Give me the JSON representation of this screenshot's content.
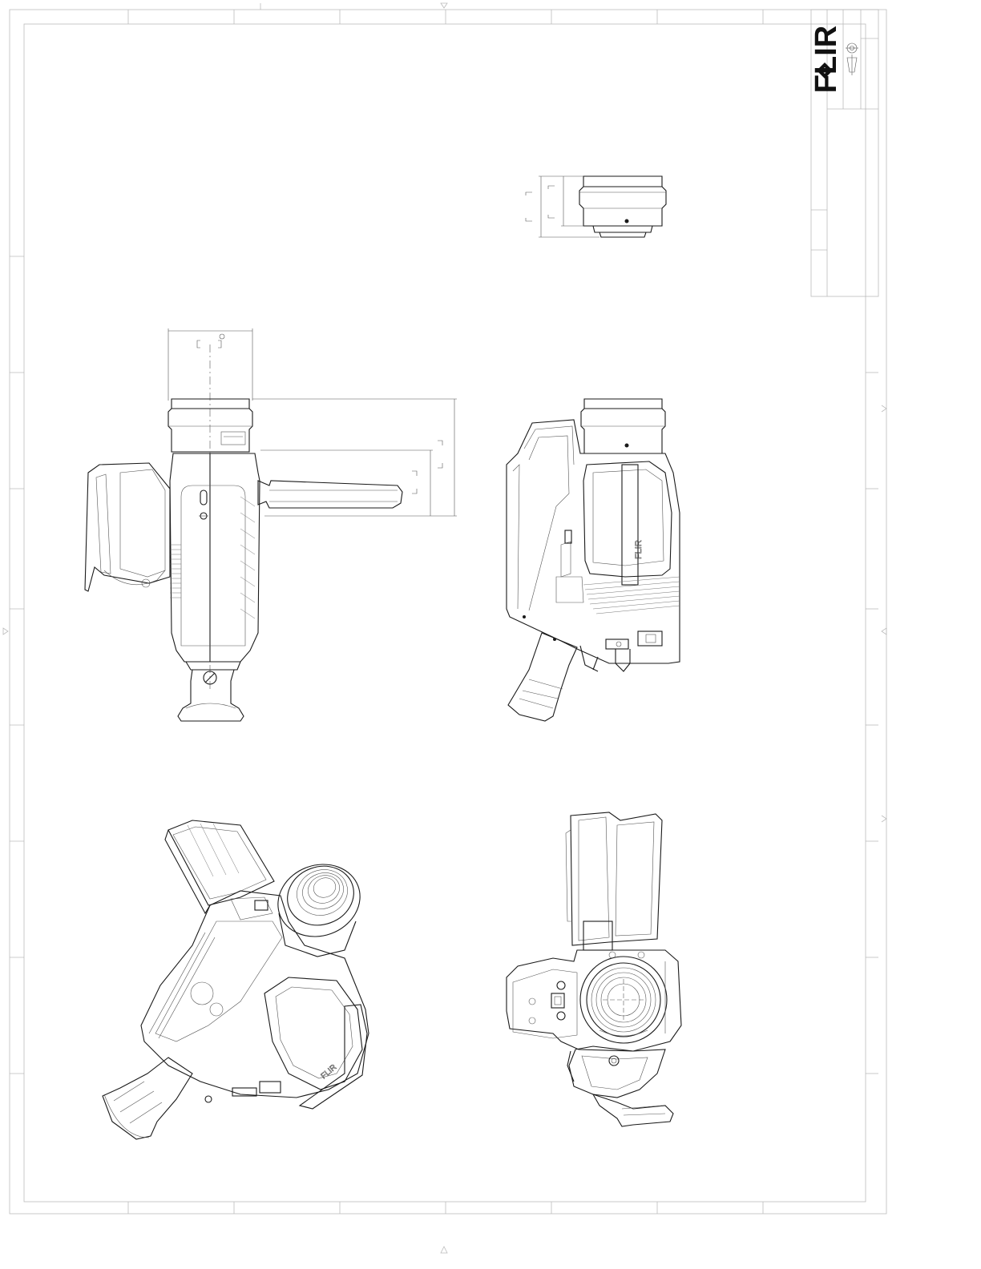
{
  "brand": {
    "logo_text": "FLIR",
    "camera_badge_text": "FLIR"
  },
  "views": [
    {
      "name": "lens-top-view",
      "description_icon": "lens-ring-icon"
    },
    {
      "name": "camera-front-view",
      "description_icon": "camera-icon"
    },
    {
      "name": "camera-side-view",
      "description_icon": "camera-icon"
    },
    {
      "name": "camera-isometric-view",
      "description_icon": "camera-icon"
    },
    {
      "name": "camera-rear-view",
      "description_icon": "camera-icon"
    }
  ],
  "colors": {
    "line": "#1a1a1a",
    "thin_line": "#555555",
    "border": "#bbbbbb",
    "background": "#ffffff"
  }
}
